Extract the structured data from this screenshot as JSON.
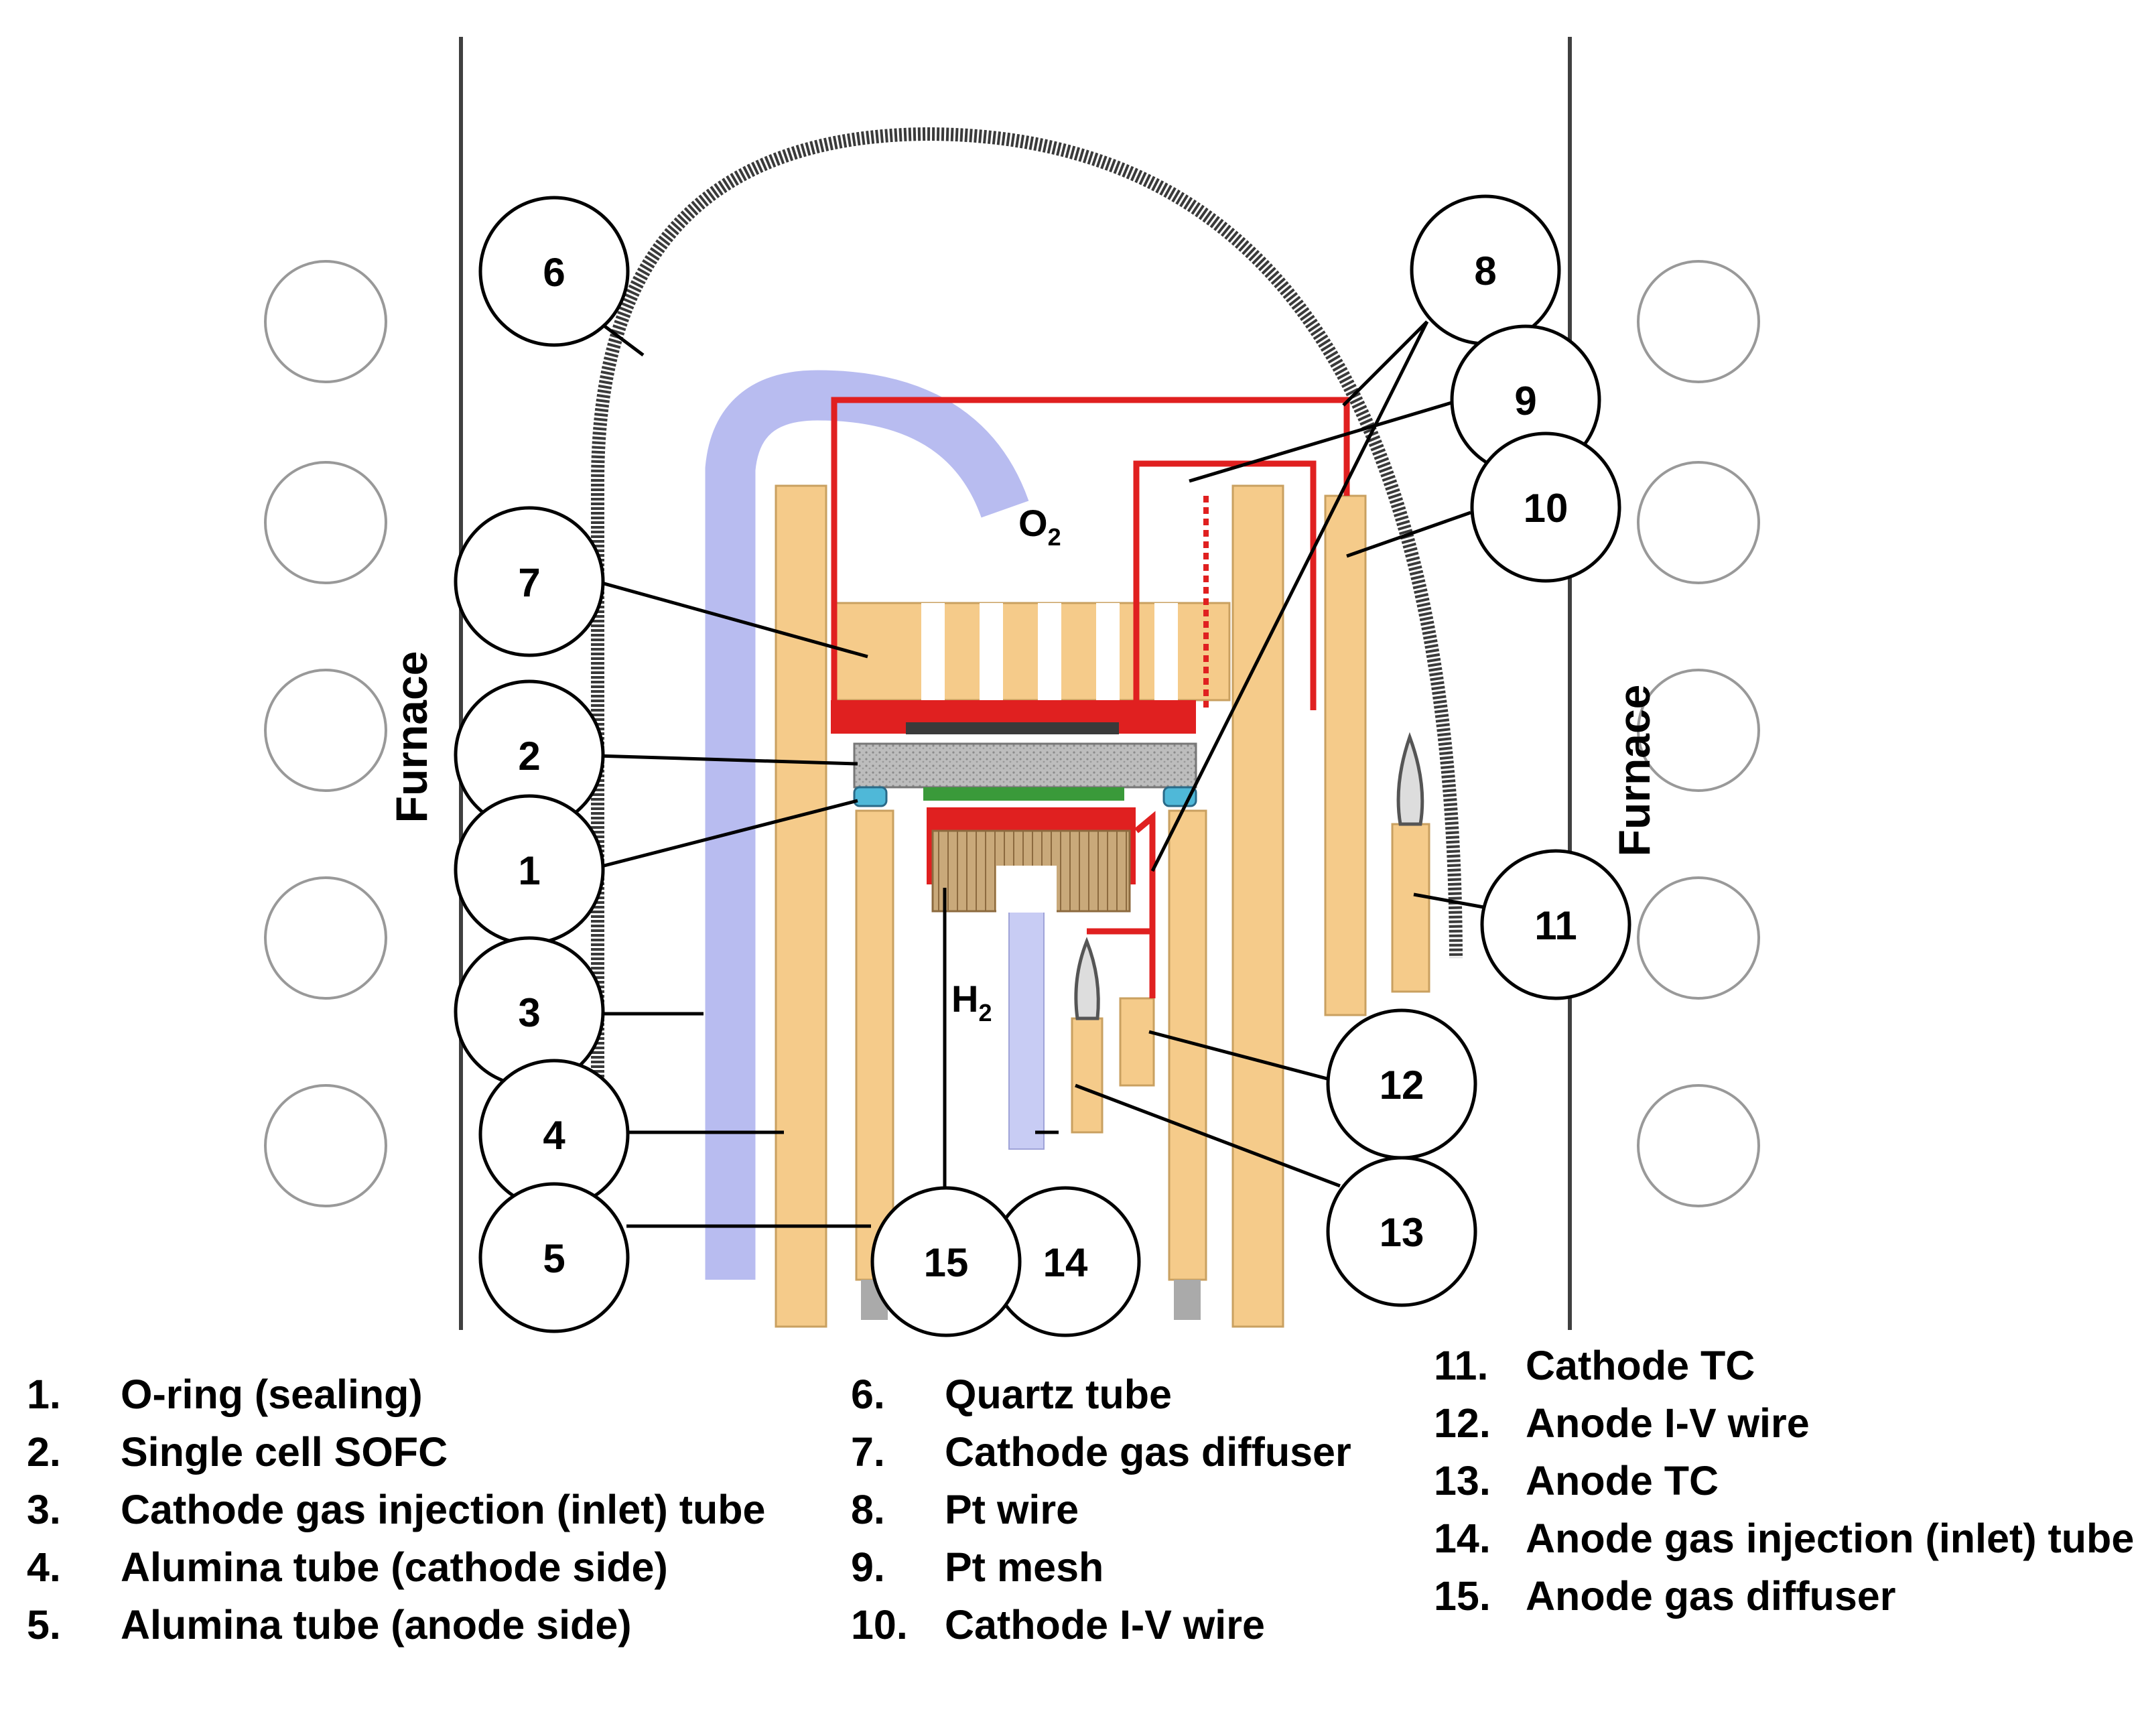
{
  "diagram": {
    "gas_labels": {
      "o2": "O",
      "o2_sub": "2",
      "h2": "H",
      "h2_sub": "2"
    },
    "furnace_left": "Furnace",
    "furnace_right": "Furnace",
    "callouts": [
      "1",
      "2",
      "3",
      "4",
      "5",
      "6",
      "7",
      "8",
      "9",
      "10",
      "11",
      "12",
      "13",
      "14",
      "15"
    ],
    "colors": {
      "alumina": "#F5CB8A",
      "alumina_edge": "#C9A060",
      "pt_wire": "#E02020",
      "quartz": "#404040",
      "cathode_inlet": "#B8BCF0",
      "anode_inlet": "#C8CCF4",
      "cell": "#B5B5B5",
      "oring": "#4FB8D8",
      "anode_diffuser": "#C9A97A",
      "electrode_green": "#3A9A3A"
    }
  },
  "legend": {
    "col1": [
      {
        "num": "1.",
        "text": "O-ring (sealing)"
      },
      {
        "num": "2.",
        "text": "Single cell SOFC"
      },
      {
        "num": "3.",
        "text": "Cathode gas injection (inlet) tube"
      },
      {
        "num": "4.",
        "text": "Alumina tube (cathode side)"
      },
      {
        "num": "5.",
        "text": "Alumina tube (anode side)"
      }
    ],
    "col2": [
      {
        "num": "6.",
        "text": "Quartz tube"
      },
      {
        "num": "7.",
        "text": "Cathode gas diffuser"
      },
      {
        "num": "8.",
        "text": "Pt wire"
      },
      {
        "num": "9.",
        "text": "Pt mesh"
      },
      {
        "num": "10.",
        "text": "Cathode I-V wire"
      }
    ],
    "col3": [
      {
        "num": "11.",
        "text": "Cathode TC"
      },
      {
        "num": "12.",
        "text": "Anode I-V wire"
      },
      {
        "num": "13.",
        "text": "Anode TC"
      },
      {
        "num": "14.",
        "text": "Anode gas injection (inlet) tube"
      },
      {
        "num": "15.",
        "text": "Anode gas diffuser"
      }
    ]
  }
}
